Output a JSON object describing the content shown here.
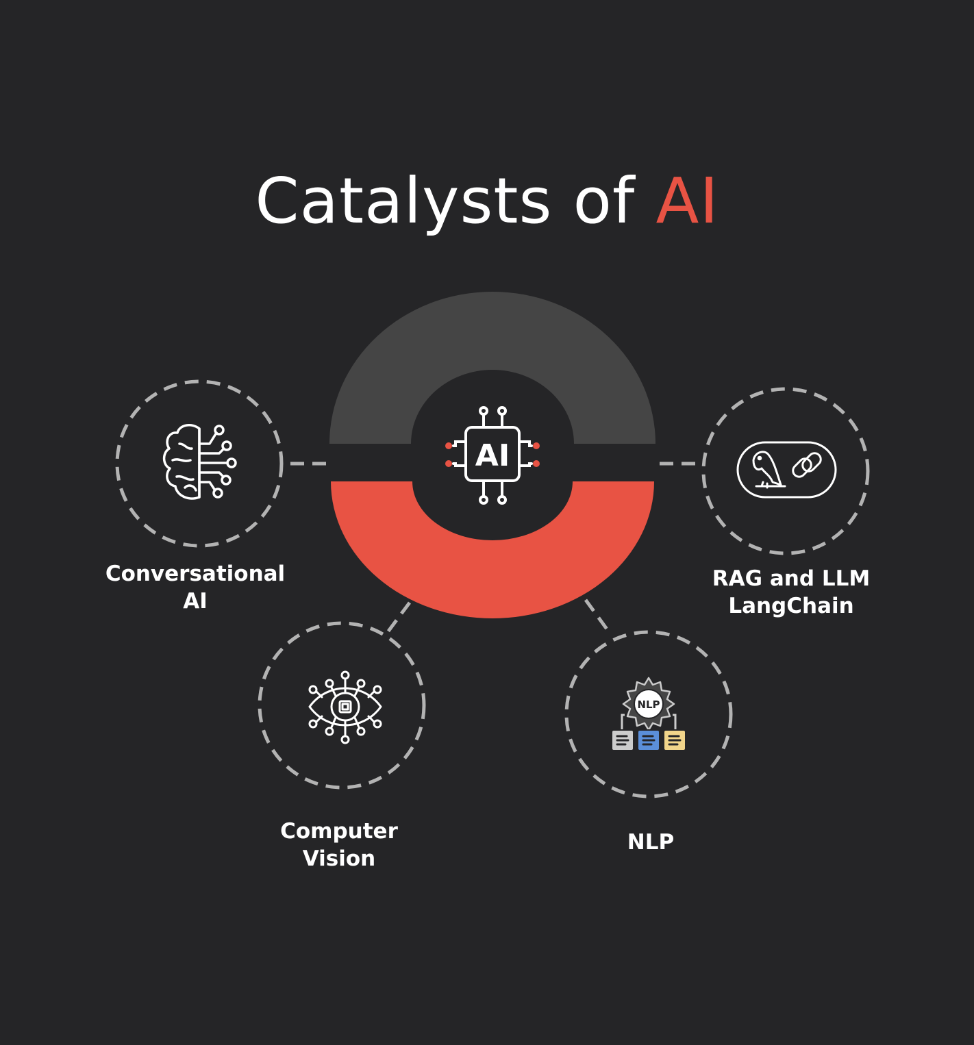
{
  "title": {
    "main": "Catalysts of ",
    "accent": "AI"
  },
  "center": {
    "chip_label": "AI"
  },
  "nodes": [
    {
      "id": "conversational-ai",
      "icon": "brain-circuit-icon",
      "label_lines": [
        "Conversational",
        "AI"
      ]
    },
    {
      "id": "rag-llm-langchain",
      "icon": "langchain-parrot-link-icon",
      "label_lines": [
        "RAG and LLM",
        "LangChain"
      ]
    },
    {
      "id": "computer-vision",
      "icon": "eye-chip-icon",
      "label_lines": [
        "Computer",
        "Vision"
      ]
    },
    {
      "id": "nlp",
      "icon": "nlp-gear-icon",
      "nlp_badge": "NLP",
      "label_lines": [
        "NLP"
      ]
    }
  ],
  "colors": {
    "background": "#252527",
    "ring_top": "#454545",
    "ring_bottom": "#e85344",
    "accent": "#e85344",
    "dash": "#b3b3b3",
    "text": "#ffffff",
    "doc_gray": "#cccccc",
    "doc_blue": "#5b8fd9",
    "doc_yellow": "#f2d58a"
  }
}
